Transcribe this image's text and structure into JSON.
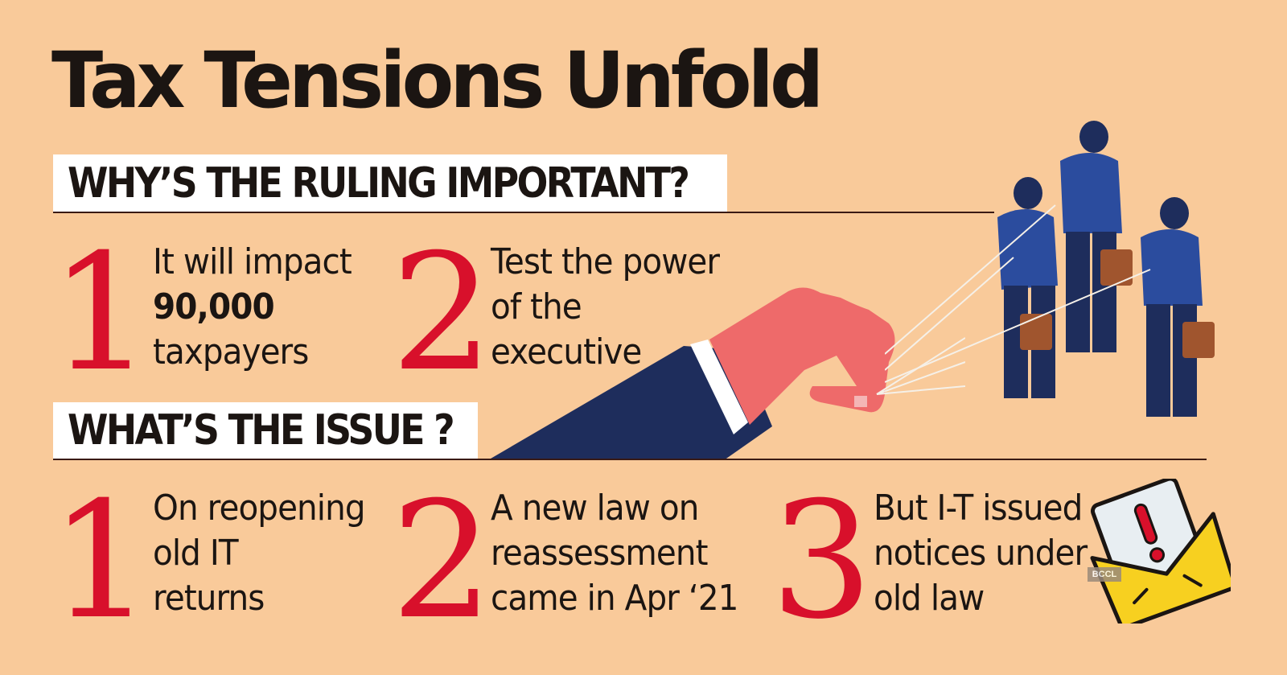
{
  "title": "Tax Tensions Unfold",
  "sections": [
    {
      "heading": "WHY’S THE RULING IMPORTANT?",
      "items": [
        {
          "number": "1",
          "lines": [
            "It will impact",
            "90,000",
            "taxpayers"
          ],
          "bold_line": "90,000"
        },
        {
          "number": "2",
          "lines": [
            "Test the power",
            "of the",
            "executive"
          ]
        }
      ]
    },
    {
      "heading": "WHAT’S THE ISSUE ?",
      "items": [
        {
          "number": "1",
          "lines": [
            "On reopening",
            "old IT",
            "returns"
          ]
        },
        {
          "number": "2",
          "lines": [
            "A new law on",
            "reassessment",
            "came in Apr ‘21"
          ]
        },
        {
          "number": "3",
          "lines": [
            "But I-T issued",
            "notices under",
            "old law"
          ]
        }
      ]
    }
  ],
  "watermark": "BCCL",
  "illustrations": {
    "puppeteer": "hand-pulling-strings-icon",
    "figures": "businessmen-on-strings-icon",
    "envelope": "alert-envelope-icon"
  },
  "colors": {
    "background": "#F9CA9A",
    "numeral_red": "#D8102B",
    "navy": "#1E2D5C",
    "suit_blue": "#2B4C9E",
    "hand_coral": "#EE6A6A",
    "briefcase_brown": "#A0552E",
    "envelope_yellow": "#F7D020"
  }
}
